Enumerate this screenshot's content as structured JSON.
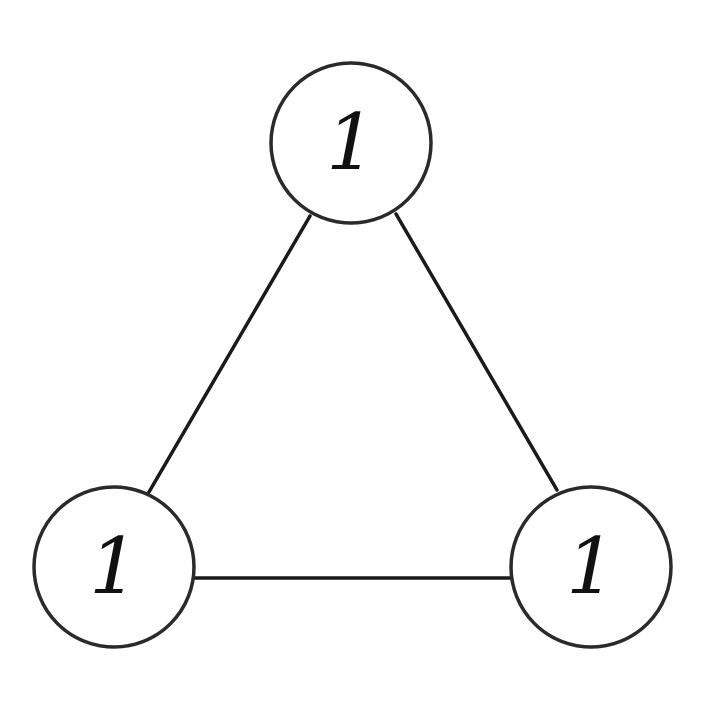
{
  "graph": {
    "nodes": [
      {
        "id": "top",
        "label": "1"
      },
      {
        "id": "bottom-left",
        "label": "1"
      },
      {
        "id": "bottom-right",
        "label": "1"
      }
    ],
    "edges": [
      {
        "from": "top",
        "to": "bottom-left"
      },
      {
        "from": "top",
        "to": "bottom-right"
      },
      {
        "from": "bottom-left",
        "to": "bottom-right"
      }
    ]
  }
}
